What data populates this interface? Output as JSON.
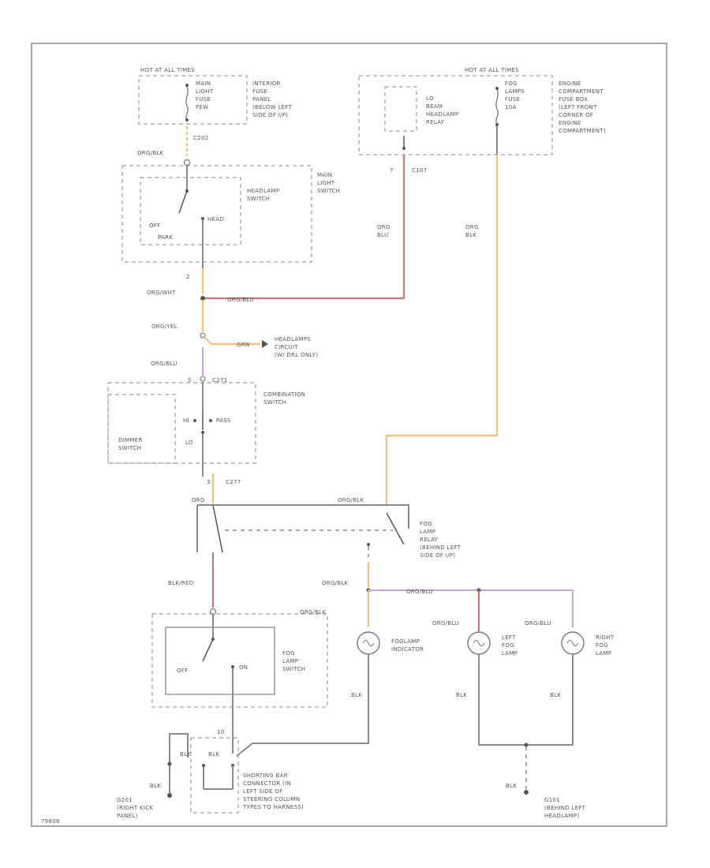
{
  "labels": {
    "hot_left": "HOT AT ALL TIMES",
    "main_light_fuse": [
      "MAIN",
      "LIGHT",
      "FUSE",
      "FEW"
    ],
    "interior_fuse_panel": [
      "INTERIOR",
      "FUSE",
      "PANEL",
      "(BELOW LEFT",
      "SIDE OF I/P)"
    ],
    "c202": "C202",
    "hot_right": "HOT AT ALL TIMES",
    "lo_beam_relay": [
      "LO",
      "BEAM",
      "HEADLAMP",
      "RELAY"
    ],
    "fog_lamps_fuse": [
      "FOG",
      "LAMPS",
      "FUSE",
      "10A"
    ],
    "engine_fuse_box": [
      "ENGINE",
      "COMPARTMENT",
      "FUSE BOX",
      "(LEFT FRONT",
      "CORNER OF",
      "ENGINE",
      "COMPARTMENT)"
    ],
    "org_blk_top": "ORG/BLK",
    "headlamp_switch": [
      "HEADLAMP",
      "SWITCH"
    ],
    "main_light_switch": [
      "MAIN",
      "LIGHT",
      "SWITCH"
    ],
    "off": "OFF",
    "park": "PARK",
    "head": "HEAD",
    "pin7": "7",
    "c107": "C107",
    "org_blu_1": [
      "ORG",
      "BLU"
    ],
    "org_blu_2": [
      "ORG",
      "BLK"
    ],
    "pin2": "2",
    "org_wht": "ORG/WHT",
    "org_blu_h": "ORG/BLU",
    "org_yel": "ORG/YEL",
    "grn": "GRN",
    "headlamps_circuit": [
      "HEADLAMPS",
      "CIRCUIT",
      "(W/ DRL ONLY)"
    ],
    "org_blu_2b": "ORG/BLU",
    "pin5": "5",
    "c271": "C271",
    "combination_switch": [
      "COMBINATION",
      "SWITCH"
    ],
    "hi": "HI",
    "lo": "LO",
    "pass": "PASS",
    "dimmer_switch": [
      "DIMMER",
      "SWITCH"
    ],
    "pin3": "3",
    "c277": "C277",
    "org_mid": "ORG",
    "org_blk_mid": "ORG/BLK",
    "fog_lamp_relay": [
      "FOG",
      "LAMP",
      "RELAY",
      "(BEHIND LEFT",
      "SIDE OF I/P)"
    ],
    "blk_red": "BLK/RED",
    "org_blk_lower": "ORG/BLK",
    "org_blu_lower": "ORG/BLU",
    "org_blk_sw": "ORG/BLK",
    "fog_lamp_switch": [
      "FOG",
      "LAMP",
      "SWITCH"
    ],
    "off2": "OFF",
    "on": "ON",
    "org_blu_left": "ORG/BLU",
    "org_blu_right": "ORG/BLU",
    "foglamp_indicator": [
      "FOGLAMP",
      "INDICATOR"
    ],
    "left_fog_lamp": [
      "LEFT",
      "FOG",
      "LAMP"
    ],
    "right_fog_lamp": [
      "RIGHT",
      "FOG",
      "LAMP"
    ],
    "blk_ind": "BLK",
    "blk_left": "BLK",
    "blk_right": "BLK",
    "pin10": "10",
    "blk_a": "BLK",
    "blk_b": "BLK",
    "blk_g": "BLK",
    "g201": [
      "G201",
      "(RIGHT KICK",
      "PANEL)"
    ],
    "shorting_bar": [
      "SHORTING BAR",
      "CONNECTOR (IN",
      "LEFT SIDE OF",
      "STEERING COLUMN",
      "TYPES TO HARNESS)"
    ],
    "blk_g101": "BLK",
    "g101": [
      "G101",
      "(BEHIND LEFT",
      "HEADLAMP)"
    ],
    "figure_id": "79806"
  }
}
